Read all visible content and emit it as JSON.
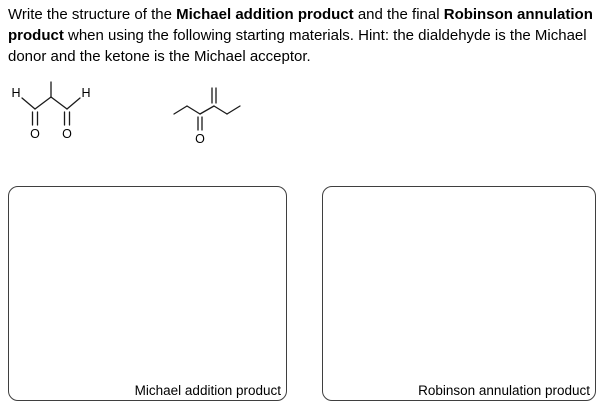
{
  "question": {
    "seg1": "Write the structure of the ",
    "seg2": "Michael addition product",
    "seg3": " and the final ",
    "seg4": "Robinson annulation product",
    "seg5": " when using the following starting materials. Hint: the dialdehyde is the Michael donor and the ketone is the Michael acceptor."
  },
  "molecules": {
    "dialdehyde": {
      "h_left": "H",
      "o_left": "O",
      "o_right": "O",
      "h_right": "H"
    },
    "ketone": {
      "o": "O"
    }
  },
  "answer_boxes": {
    "michael": {
      "label": "Michael addition product"
    },
    "robinson": {
      "label": "Robinson annulation product"
    }
  }
}
